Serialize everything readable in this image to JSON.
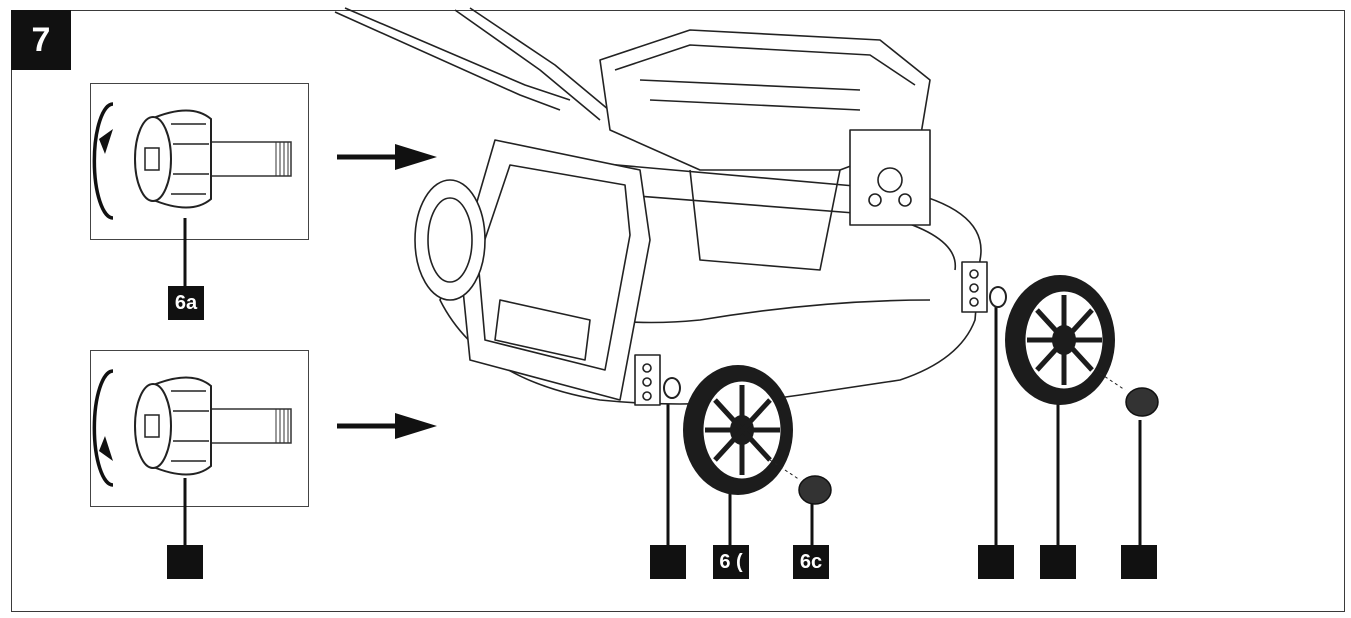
{
  "figure_number": "7",
  "labels": {
    "knob_open": "6a",
    "knob_closed": "",
    "left_spacer": "",
    "left_wheel": "6 (",
    "left_knob": "6c",
    "right_spacer": "",
    "right_wheel": "",
    "right_knob": ""
  },
  "icons": {
    "rotation_open": "counterclockwise-arrow-icon",
    "rotation_close": "clockwise-arrow-icon",
    "direction_arrow": "right-arrow-icon"
  },
  "colors": {
    "ink": "#111111",
    "line": "#3a3a3a",
    "paper": "#ffffff",
    "wheel": "#1c1c1c"
  }
}
